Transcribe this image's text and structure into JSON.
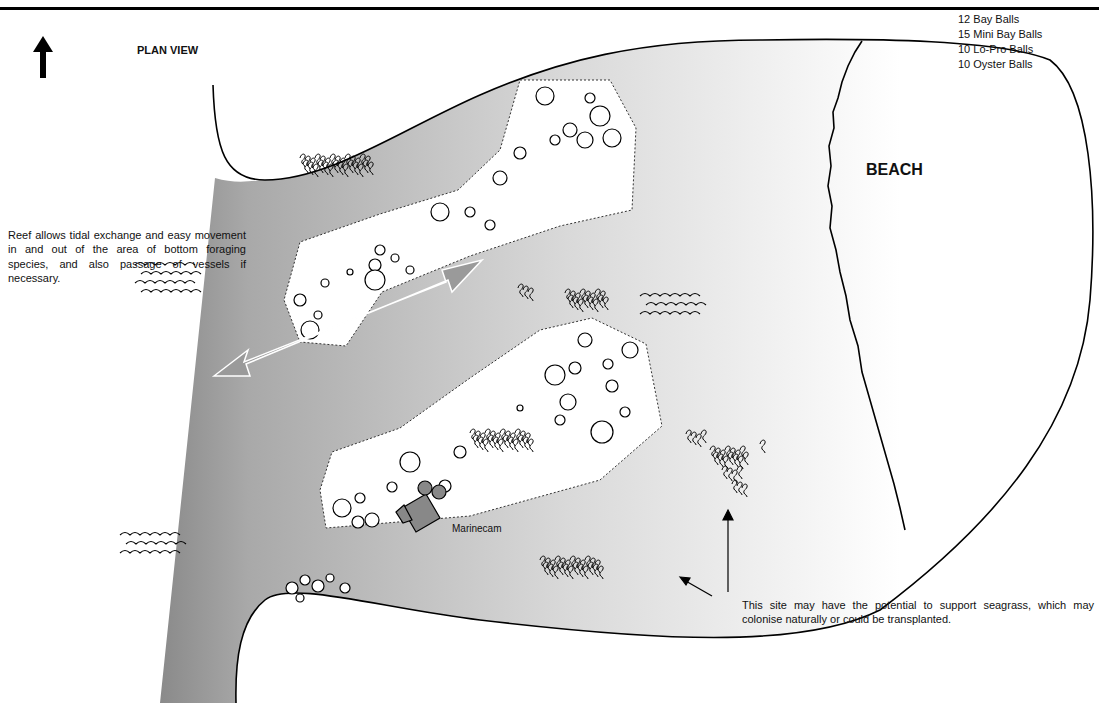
{
  "diagram": {
    "labels": [
      "PLAN VIEW",
      "12 Bay Balls",
      "15 Mini Bay Balls",
      "10 Lo-Pro Balls",
      "10 Oyster Balls",
      "BEACH",
      "Reef allows tidal exchange and easy movement in and out of the area of bottom foraging species, and also passage of vessels if necessary.",
      "Marinecam",
      "This site may have the potential to support seagrass, which may colonise naturally or could be transplanted."
    ]
  }
}
